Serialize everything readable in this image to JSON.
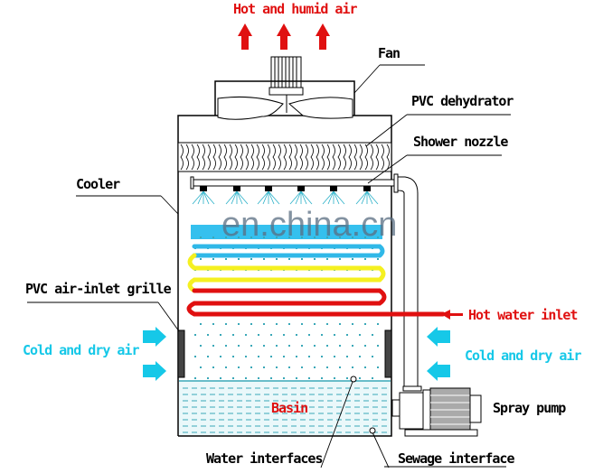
{
  "title": "Closed circuit cooling tower diagram",
  "labels": {
    "hot_air": "Hot and humid air",
    "fan": "Fan",
    "pvc_dehydrator": "PVC dehydrator",
    "shower_nozzle": "Shower nozzle",
    "cooler": "Cooler",
    "inlet_grille": "PVC air-inlet grille",
    "cold_air_left": "Cold and dry air",
    "cold_air_right": "Cold and dry air",
    "hot_water_inlet": "Hot water inlet",
    "basin": "Basin",
    "spray_pump": "Spray pump",
    "water_interfaces": "Water interfaces",
    "sewage_interface": "Sewage interface"
  },
  "watermark": "en.china.cn",
  "colors": {
    "red": "#e01010",
    "cyan": "#16c8e8",
    "yellow": "#f5f020",
    "blue": "#30b8e8"
  }
}
